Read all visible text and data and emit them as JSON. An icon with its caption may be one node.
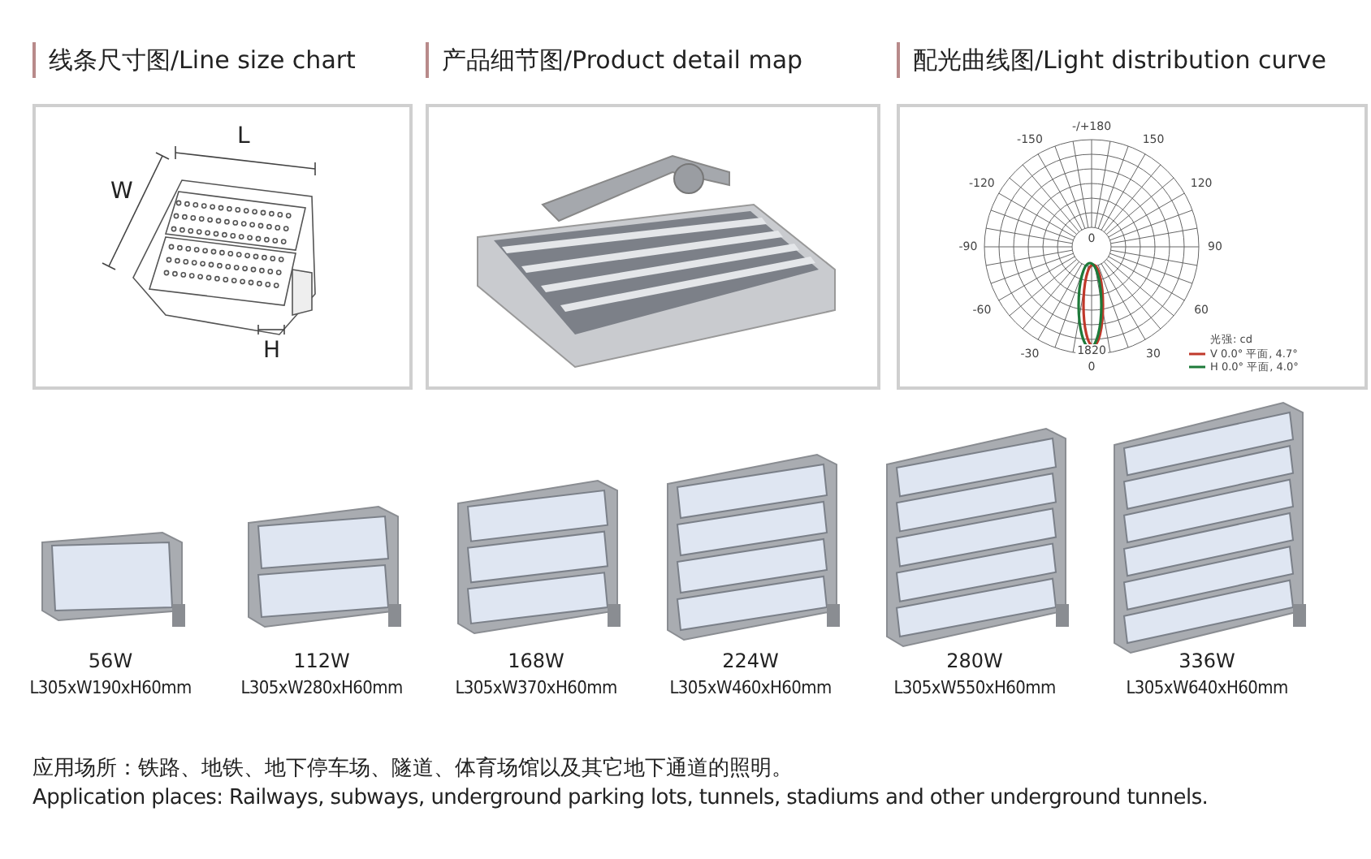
{
  "diagram": {
    "nodes": [
      {
        "text": [
          "线条尺寸图/Line size chart"
        ]
      },
      {
        "text": [
          "产品细节图/Product detail map"
        ]
      },
      {
        "text": [
          "配光曲线图/Light distribution curve"
        ]
      }
    ],
    "labels": [
      "L",
      "W",
      "H",
      "-/+180",
      "-150",
      "150",
      "-120",
      "120",
      "-90",
      "90",
      "-60",
      "60",
      "-30",
      "30",
      "0",
      "1820",
      "0",
      "光强: cd",
      "56W",
      "L305xW190xH60mm",
      "112W",
      "L305xW280xH60mm",
      "168W",
      "L305xW370xH60mm",
      "224W",
      "L305xW460xH60mm",
      "280W",
      "L305xW550xH60mm",
      "336W",
      "L305xW640xH60mm",
      "应用场所：铁路、地铁、地下停车场、隧道、体育场馆以及其它地下通道的照明。",
      "Application places:  Railways, subways, underground parking lots, tunnels, stadiums and other underground tunnels."
    ],
    "legend": [
      {
        "text": "V 0.0° 平面, 4.7°"
      },
      {
        "text": "H 0.0° 平面, 4.0°"
      }
    ]
  }
}
